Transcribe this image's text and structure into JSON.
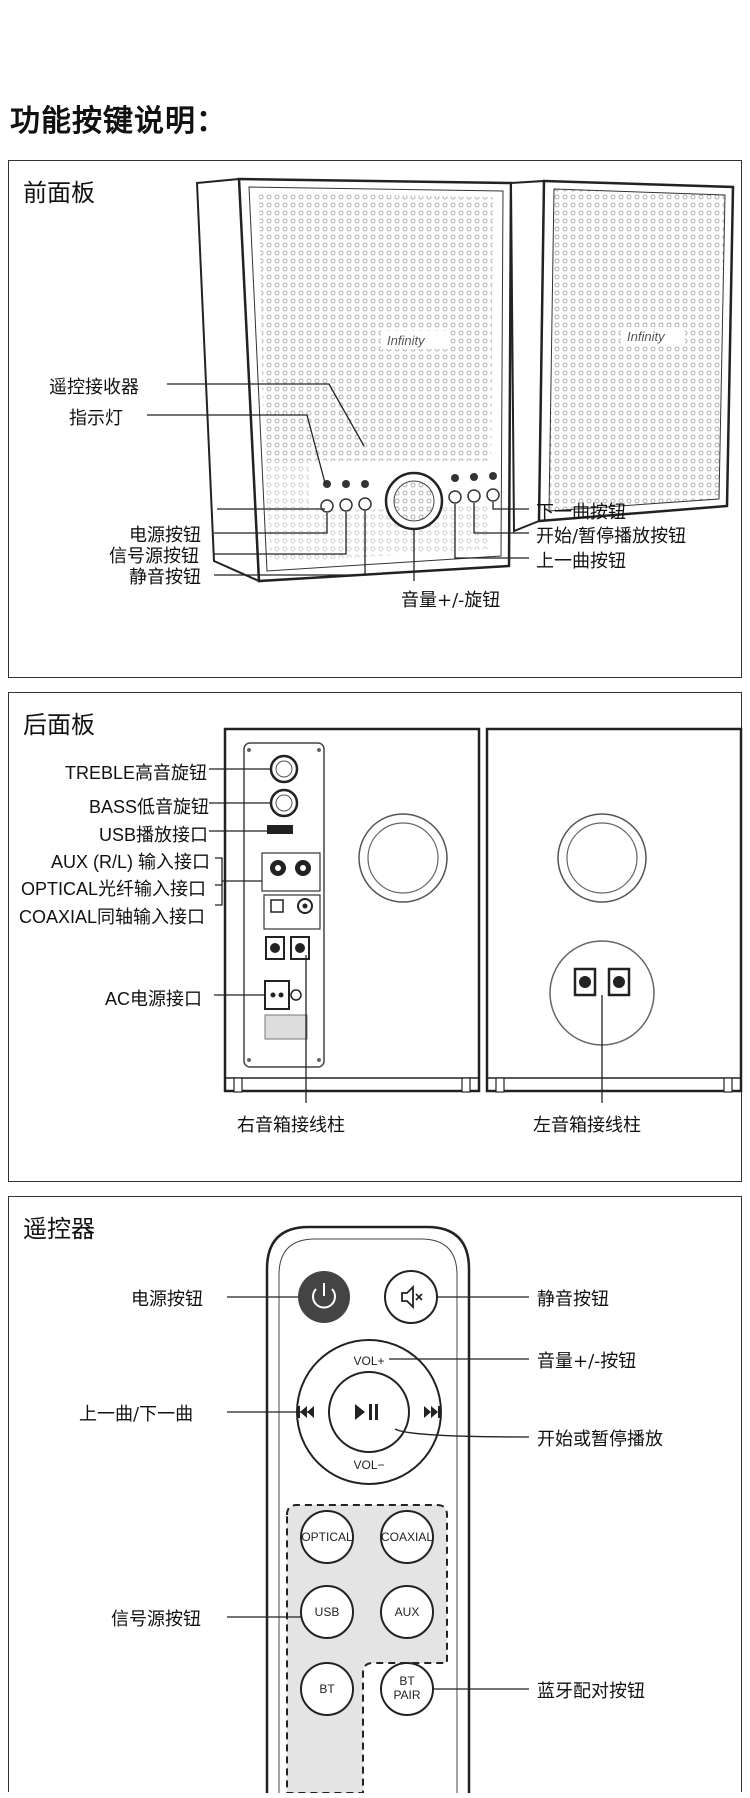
{
  "title": "功能按键说明：",
  "front": {
    "title": "前面板",
    "brand": "Infinity",
    "labels": {
      "remote_receiver": "遥控接收器",
      "indicator": "指示灯",
      "power_button": "电源按钮",
      "source_button": "信号源按钮",
      "mute_button": "静音按钮",
      "volume_knob": "音量+/-旋钮",
      "next_button": "下一曲按钮",
      "play_pause_button": "开始/暂停播放按钮",
      "prev_button": "上一曲按钮"
    }
  },
  "rear": {
    "title": "后面板",
    "labels": {
      "treble": "TREBLE高音旋钮",
      "bass": "BASS低音旋钮",
      "usb": "USB播放接口",
      "aux": "AUX (R/L) 输入接口",
      "optical": "OPTICAL光纤输入接口",
      "coaxial": "COAXIAL同轴输入接口",
      "ac": "AC电源接口",
      "right_terminal": "右音箱接线柱",
      "left_terminal": "左音箱接线柱"
    }
  },
  "remote": {
    "title": "遥控器",
    "labels": {
      "power": "电源按钮",
      "mute": "静音按钮",
      "volume": "音量+/-按钮",
      "prev_next": "上一曲/下一曲",
      "play_pause": "开始或暂停播放",
      "source": "信号源按钮",
      "bt_pair_label": "蓝牙配对按钮"
    },
    "buttons": {
      "vol_plus": "VOL+",
      "vol_minus": "VOL−",
      "optical": "OPTICAL",
      "coaxial": "COAXIAL",
      "usb": "USB",
      "aux": "AUX",
      "bt": "BT",
      "bt_pair_1": "BT",
      "bt_pair_2": "PAIR"
    }
  }
}
